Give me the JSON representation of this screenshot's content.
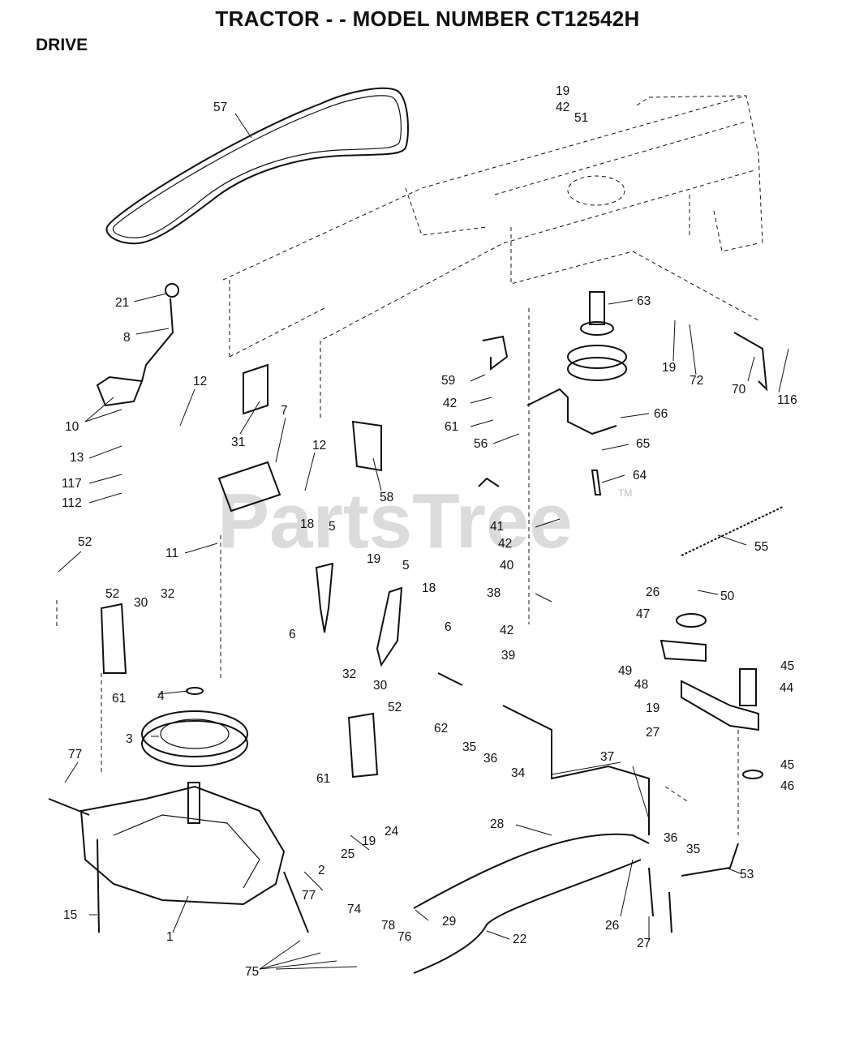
{
  "title": "TRACTOR - - MODEL NUMBER CT12542H",
  "section": "DRIVE",
  "watermark": "PartsTree",
  "watermark_tm": "TM",
  "labels": [
    {
      "id": "57",
      "t": "57"
    },
    {
      "id": "19a",
      "t": "19"
    },
    {
      "id": "42a",
      "t": "42"
    },
    {
      "id": "51",
      "t": "51"
    },
    {
      "id": "21",
      "t": "21"
    },
    {
      "id": "8",
      "t": "8"
    },
    {
      "id": "63",
      "t": "63"
    },
    {
      "id": "19b",
      "t": "19"
    },
    {
      "id": "72",
      "t": "72"
    },
    {
      "id": "70",
      "t": "70"
    },
    {
      "id": "116",
      "t": "116"
    },
    {
      "id": "59",
      "t": "59"
    },
    {
      "id": "42b",
      "t": "42"
    },
    {
      "id": "61a",
      "t": "61"
    },
    {
      "id": "56",
      "t": "56"
    },
    {
      "id": "66",
      "t": "66"
    },
    {
      "id": "65",
      "t": "65"
    },
    {
      "id": "64",
      "t": "64"
    },
    {
      "id": "12a",
      "t": "12"
    },
    {
      "id": "10",
      "t": "10"
    },
    {
      "id": "31",
      "t": "31"
    },
    {
      "id": "7",
      "t": "7"
    },
    {
      "id": "12b",
      "t": "12"
    },
    {
      "id": "13",
      "t": "13"
    },
    {
      "id": "117",
      "t": "117"
    },
    {
      "id": "112",
      "t": "112"
    },
    {
      "id": "58",
      "t": "58"
    },
    {
      "id": "18a",
      "t": "18"
    },
    {
      "id": "5a",
      "t": "5"
    },
    {
      "id": "11",
      "t": "11"
    },
    {
      "id": "52a",
      "t": "52"
    },
    {
      "id": "41",
      "t": "41"
    },
    {
      "id": "42c",
      "t": "42"
    },
    {
      "id": "40",
      "t": "40"
    },
    {
      "id": "55",
      "t": "55"
    },
    {
      "id": "19c",
      "t": "19"
    },
    {
      "id": "5b",
      "t": "5"
    },
    {
      "id": "18b",
      "t": "18"
    },
    {
      "id": "38",
      "t": "38"
    },
    {
      "id": "26a",
      "t": "26"
    },
    {
      "id": "50",
      "t": "50"
    },
    {
      "id": "47",
      "t": "47"
    },
    {
      "id": "52b",
      "t": "52"
    },
    {
      "id": "30a",
      "t": "30"
    },
    {
      "id": "32a",
      "t": "32"
    },
    {
      "id": "6a",
      "t": "6"
    },
    {
      "id": "6b",
      "t": "6"
    },
    {
      "id": "42d",
      "t": "42"
    },
    {
      "id": "39",
      "t": "39"
    },
    {
      "id": "49",
      "t": "49"
    },
    {
      "id": "45a",
      "t": "45"
    },
    {
      "id": "61b",
      "t": "61"
    },
    {
      "id": "4",
      "t": "4"
    },
    {
      "id": "32b",
      "t": "32"
    },
    {
      "id": "30b",
      "t": "30"
    },
    {
      "id": "48",
      "t": "48"
    },
    {
      "id": "44",
      "t": "44"
    },
    {
      "id": "52c",
      "t": "52"
    },
    {
      "id": "62",
      "t": "62"
    },
    {
      "id": "19d",
      "t": "19"
    },
    {
      "id": "3",
      "t": "3"
    },
    {
      "id": "35a",
      "t": "35"
    },
    {
      "id": "36a",
      "t": "36"
    },
    {
      "id": "27a",
      "t": "27"
    },
    {
      "id": "37",
      "t": "37"
    },
    {
      "id": "45b",
      "t": "45"
    },
    {
      "id": "77a",
      "t": "77"
    },
    {
      "id": "61c",
      "t": "61"
    },
    {
      "id": "34",
      "t": "34"
    },
    {
      "id": "46",
      "t": "46"
    },
    {
      "id": "28",
      "t": "28"
    },
    {
      "id": "24",
      "t": "24"
    },
    {
      "id": "19e",
      "t": "19"
    },
    {
      "id": "25",
      "t": "25"
    },
    {
      "id": "36b",
      "t": "36"
    },
    {
      "id": "35b",
      "t": "35"
    },
    {
      "id": "2",
      "t": "2"
    },
    {
      "id": "53",
      "t": "53"
    },
    {
      "id": "77b",
      "t": "77"
    },
    {
      "id": "15",
      "t": "15"
    },
    {
      "id": "74",
      "t": "74"
    },
    {
      "id": "29",
      "t": "29"
    },
    {
      "id": "26b",
      "t": "26"
    },
    {
      "id": "1",
      "t": "1"
    },
    {
      "id": "78",
      "t": "78"
    },
    {
      "id": "76",
      "t": "76"
    },
    {
      "id": "22",
      "t": "22"
    },
    {
      "id": "27b",
      "t": "27"
    },
    {
      "id": "75",
      "t": "75"
    }
  ]
}
